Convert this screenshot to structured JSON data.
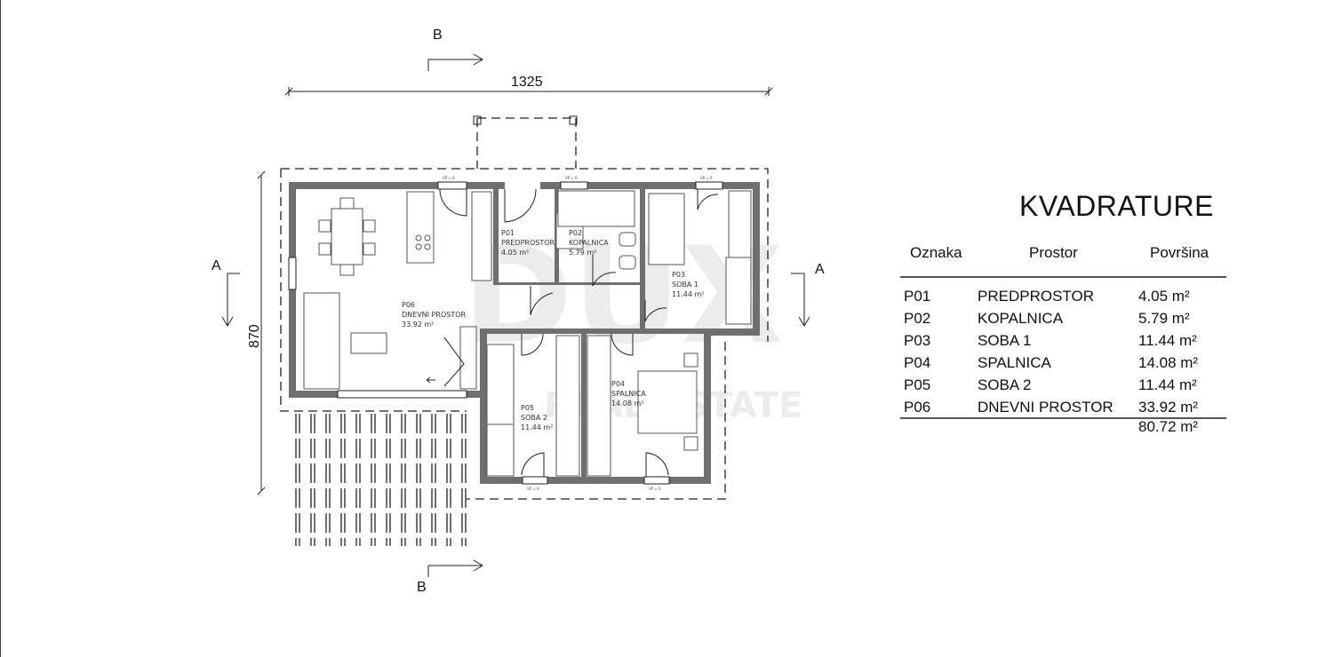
{
  "plan": {
    "dimension_width": "1325",
    "dimension_height": "870",
    "section_b_top": "B",
    "section_b_bottom": "B",
    "section_a_left": "A",
    "section_a_right": "A",
    "watermark_logo": "DUX",
    "watermark_text": "REAL ESTATE",
    "rooms": [
      {
        "code": "P01",
        "name": "PREDPROSTOR",
        "area": "4.05 m²"
      },
      {
        "code": "P02",
        "name": "KOPALNICA",
        "area": "5.79 m²"
      },
      {
        "code": "P03",
        "name": "SOBA 1",
        "area": "11.44 m²"
      },
      {
        "code": "P04",
        "name": "SPALNICA",
        "area": "14.08 m²"
      },
      {
        "code": "P05",
        "name": "SOBA 2",
        "area": "11.44 m²"
      },
      {
        "code": "P06",
        "name": "DNEVNI PROSTOR",
        "area": "33.92 m²"
      }
    ],
    "window_label": "VP = 0"
  },
  "table": {
    "title": "KVADRATURE",
    "headers": [
      "Oznaka",
      "Prostor",
      "Površina"
    ],
    "rows": [
      {
        "code": "P01",
        "name": "PREDPROSTOR",
        "area": "4.05 m²"
      },
      {
        "code": "P02",
        "name": "KOPALNICA",
        "area": "5.79 m²"
      },
      {
        "code": "P03",
        "name": "SOBA 1",
        "area": "11.44 m²"
      },
      {
        "code": "P04",
        "name": "SPALNICA",
        "area": "14.08 m²"
      },
      {
        "code": "P05",
        "name": "SOBA 2",
        "area": "11.44 m²"
      },
      {
        "code": "P06",
        "name": "DNEVNI PROSTOR",
        "area": "33.92 m²"
      }
    ],
    "total": "80.72 m²"
  }
}
